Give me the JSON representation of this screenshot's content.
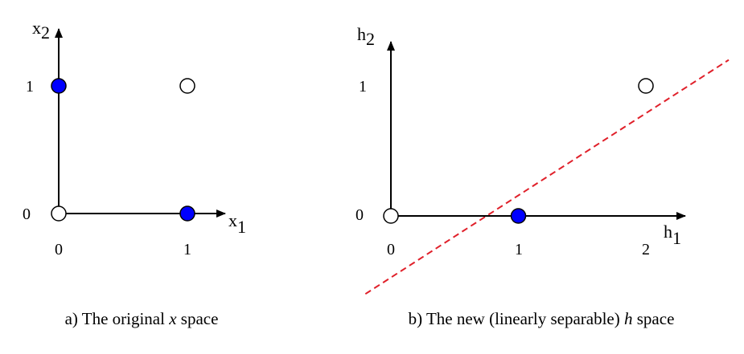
{
  "colors": {
    "axis": "#000000",
    "filled_point": "#0000ff",
    "open_point": "#ffffff",
    "separator": "#e0202a"
  },
  "panel_a": {
    "caption_prefix": "a) The original ",
    "caption_var": "x",
    "caption_suffix": " space",
    "x_axis_label": "x",
    "x_axis_sub": "1",
    "y_axis_label": "x",
    "y_axis_sub": "2",
    "x_ticks": [
      "0",
      "1"
    ],
    "y_ticks": [
      "0",
      "1"
    ],
    "points": [
      {
        "x": 0,
        "y": 0,
        "class": "open"
      },
      {
        "x": 1,
        "y": 0,
        "class": "filled"
      },
      {
        "x": 0,
        "y": 1,
        "class": "filled"
      },
      {
        "x": 1,
        "y": 1,
        "class": "open"
      }
    ]
  },
  "panel_b": {
    "caption_prefix": "b) The new (linearly separable) ",
    "caption_var": "h",
    "caption_suffix": " space",
    "x_axis_label": "h",
    "x_axis_sub": "1",
    "y_axis_label": "h",
    "y_axis_sub": "2",
    "x_ticks": [
      "0",
      "1",
      "2"
    ],
    "y_ticks": [
      "0",
      "1"
    ],
    "points": [
      {
        "x": 0,
        "y": 0,
        "class": "open"
      },
      {
        "x": 1,
        "y": 0,
        "class": "filled"
      },
      {
        "x": 2,
        "y": 1,
        "class": "open"
      }
    ],
    "separator": {
      "x1": -0.2,
      "y1": -0.6,
      "x2": 2.65,
      "y2": 1.2
    }
  }
}
